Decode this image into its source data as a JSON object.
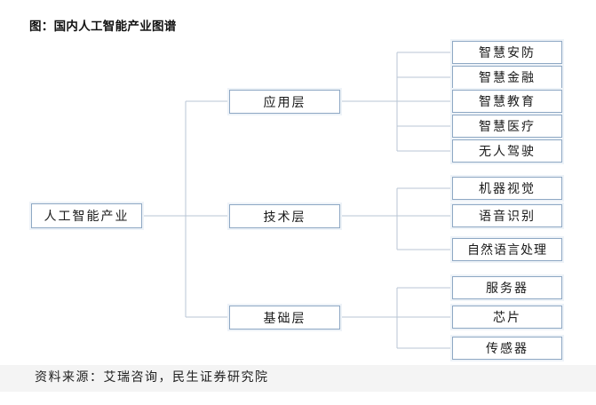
{
  "title": "图：国内人工智能产业图谱",
  "root": "人工智能产业",
  "layers": [
    {
      "label": "应用层",
      "children": [
        "智慧安防",
        "智慧金融",
        "智慧教育",
        "智慧医疗",
        "无人驾驶"
      ]
    },
    {
      "label": "技术层",
      "children": [
        "机器视觉",
        "语音识别",
        "自然语言处理"
      ]
    },
    {
      "label": "基础层",
      "children": [
        "服务器",
        "芯片",
        "传感器"
      ]
    }
  ],
  "source": "资料来源：艾瑞咨询，民生证券研究院",
  "colors": {
    "line": "#b9c6d4",
    "box_border": "#8ea8c4"
  }
}
